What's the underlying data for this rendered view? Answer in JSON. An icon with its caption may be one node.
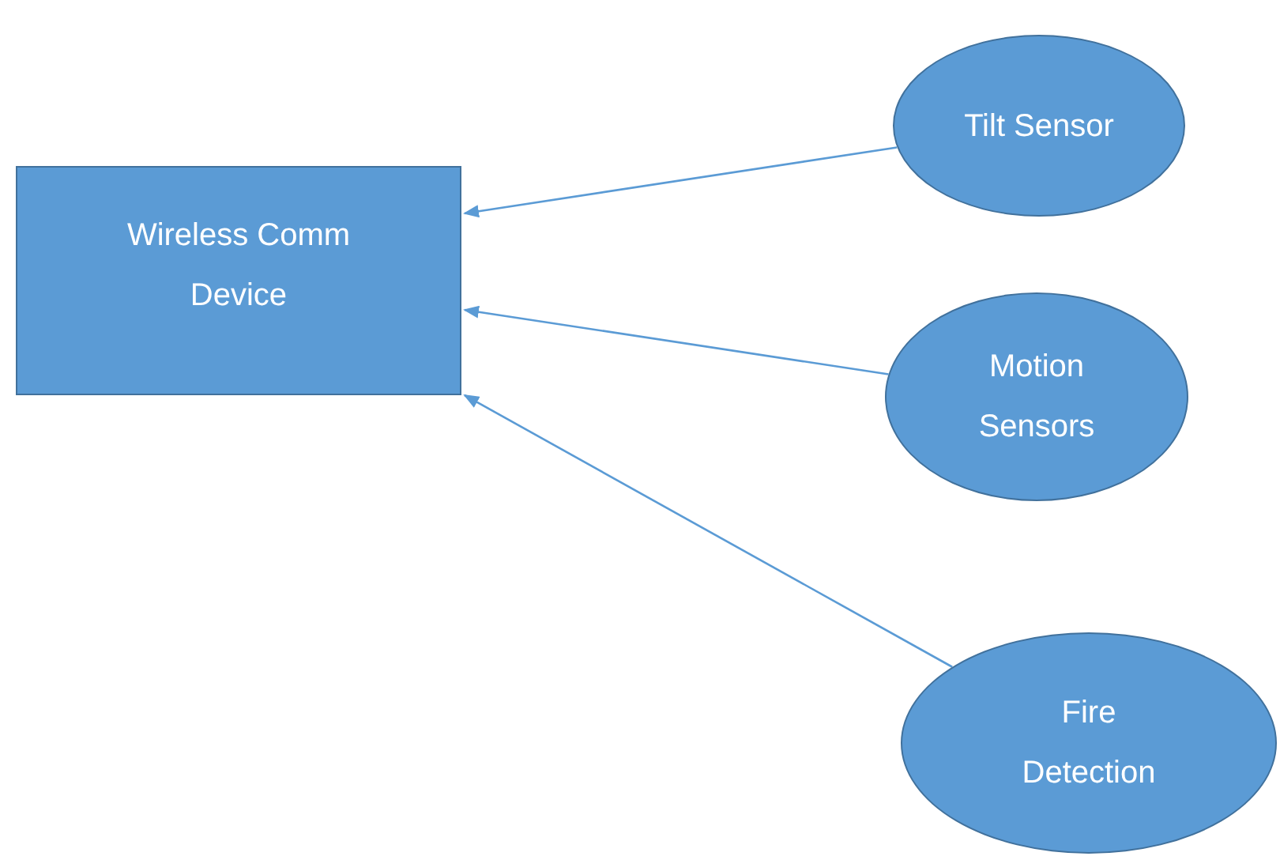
{
  "diagram": {
    "nodes": [
      {
        "text": [
          "Wireless Comm Device"
        ]
      },
      {
        "text": [
          "Tilt Sensor"
        ]
      },
      {
        "text": [
          "Motion Sensors"
        ]
      },
      {
        "text": [
          "Fire Detection"
        ]
      }
    ],
    "edges": [
      {
        "from": 1,
        "to": 0,
        "arrow": "to"
      },
      {
        "from": 2,
        "to": 0,
        "arrow": "to"
      },
      {
        "from": 3,
        "to": 0,
        "arrow": "to"
      }
    ]
  }
}
